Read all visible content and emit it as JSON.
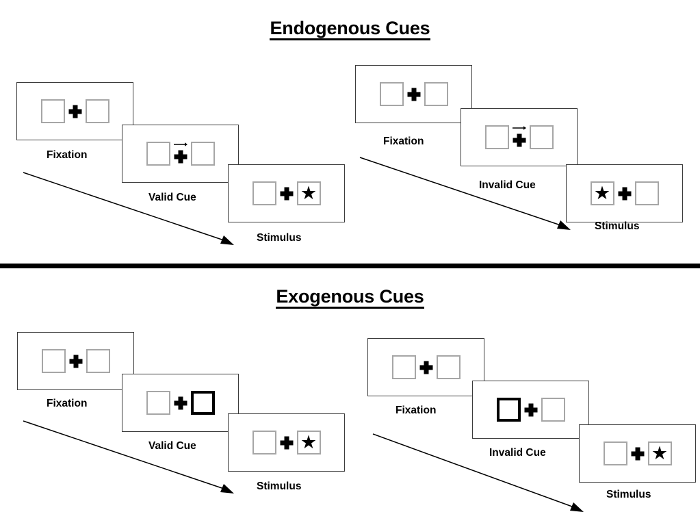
{
  "sections": [
    {
      "id": "endogenous",
      "title": "Endogenous Cues",
      "sequences": [
        {
          "id": "endogenous-valid",
          "panels": [
            {
              "caption": "Fixation",
              "left_box": "empty",
              "right_box": "empty",
              "cue_arrow": "none",
              "cross": "plus"
            },
            {
              "caption": "Valid Cue",
              "left_box": "empty",
              "right_box": "empty",
              "cue_arrow": "right",
              "cross": "plus"
            },
            {
              "caption": "Stimulus",
              "left_box": "empty",
              "right_box": "star",
              "cue_arrow": "none",
              "cross": "plus"
            }
          ]
        },
        {
          "id": "endogenous-invalid",
          "panels": [
            {
              "caption": "Fixation",
              "left_box": "empty",
              "right_box": "empty",
              "cue_arrow": "none",
              "cross": "plus"
            },
            {
              "caption": "Invalid Cue",
              "left_box": "empty",
              "right_box": "empty",
              "cue_arrow": "right",
              "cross": "plus"
            },
            {
              "caption": "Stimulus",
              "left_box": "star",
              "right_box": "empty",
              "cue_arrow": "none",
              "cross": "plus"
            }
          ]
        }
      ]
    },
    {
      "id": "exogenous",
      "title": "Exogenous Cues",
      "sequences": [
        {
          "id": "exogenous-valid",
          "panels": [
            {
              "caption": "Fixation",
              "left_box": "empty",
              "right_box": "empty",
              "cue_arrow": "none",
              "cross": "plus"
            },
            {
              "caption": "Valid Cue",
              "left_box": "empty",
              "right_box": "highlight",
              "cue_arrow": "none",
              "cross": "plus"
            },
            {
              "caption": "Stimulus",
              "left_box": "empty",
              "right_box": "star",
              "cue_arrow": "none",
              "cross": "plus"
            }
          ]
        },
        {
          "id": "exogenous-invalid",
          "panels": [
            {
              "caption": "Fixation",
              "left_box": "empty",
              "right_box": "empty",
              "cue_arrow": "none",
              "cross": "plus"
            },
            {
              "caption": "Invalid Cue",
              "left_box": "highlight",
              "right_box": "empty",
              "cue_arrow": "none",
              "cross": "plus"
            },
            {
              "caption": "Stimulus",
              "left_box": "empty",
              "right_box": "star",
              "cue_arrow": "none",
              "cross": "plus"
            }
          ]
        }
      ]
    }
  ],
  "glyphs": {
    "star": "★"
  },
  "colors": {
    "ink": "#000000",
    "panel_border": "#3b3b3b",
    "box_border": "#a6a6a6",
    "highlight_border": "#000000",
    "background": "#ffffff"
  }
}
